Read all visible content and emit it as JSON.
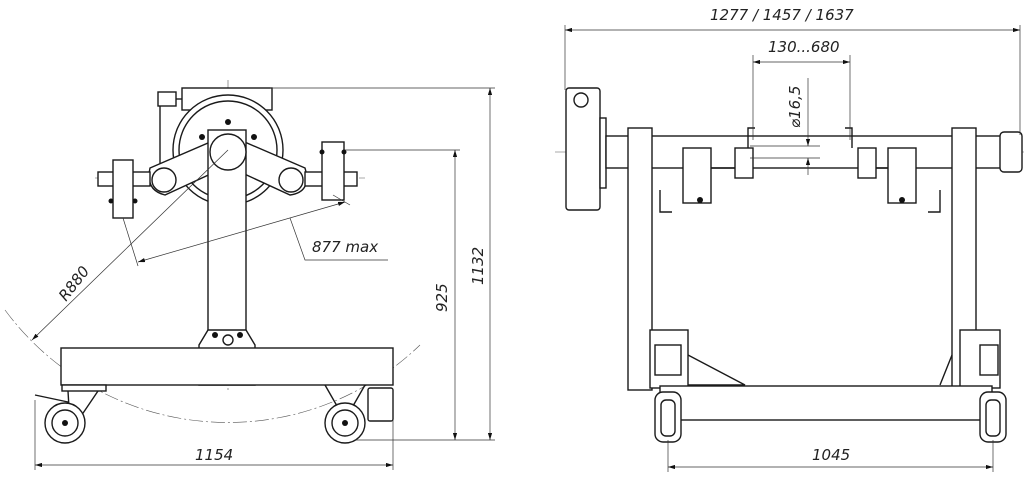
{
  "side_view": {
    "dimensions": {
      "base_width": "1154",
      "axis_height": "925",
      "total_height": "1132",
      "radius": "R880",
      "arm_span": "877 max"
    }
  },
  "front_view": {
    "dimensions": {
      "overall_lengths": "1277 / 1457 / 1637",
      "adjust_range": "130...680",
      "diameter": "⌀16,5",
      "wheel_track": "1045"
    }
  },
  "colors": {
    "line": "#1a1a1a",
    "background": "#ffffff"
  }
}
